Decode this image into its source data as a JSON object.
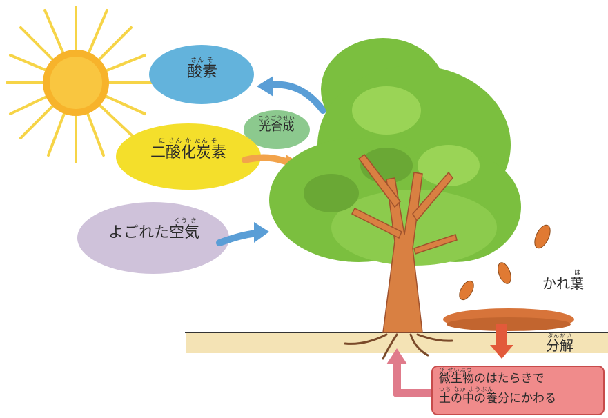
{
  "labels": {
    "oxygen": {
      "text": "酸素",
      "ruby": "さん そ",
      "color": "#63b3dc"
    },
    "photosynthesis": {
      "text": "光合成",
      "ruby": "こうごうせい",
      "color": "#8cc98e"
    },
    "co2": {
      "text": "二酸化炭素",
      "ruby": "に さん か たん そ",
      "color": "#f4df2b"
    },
    "dirty_air": {
      "text": "よごれた空気",
      "ruby": "くう き",
      "color": "#cfc2da"
    },
    "dead_leaves": {
      "text": "かれ葉",
      "ruby": "は"
    },
    "decomposition": {
      "text": "分解",
      "ruby": "ぶんかい"
    },
    "microbes": {
      "line1": "微生物のはたらきで",
      "line1_ruby": "び せいぶつ",
      "line2": "土の中の養分にかわる",
      "line2_ruby": "つち  なか  ようぶん",
      "color": "#f08b8b"
    }
  },
  "colors": {
    "sun_core": "#f7b32b",
    "sun_rays": "#f6d447",
    "arrow_blue": "#5a9ed6",
    "arrow_orange": "#f2a34b",
    "arrow_red": "#e25a3a",
    "arrow_pink": "#e07b8b",
    "foliage": "#7bbf3f",
    "trunk": "#d98042",
    "ground": "#f4e3b5"
  }
}
